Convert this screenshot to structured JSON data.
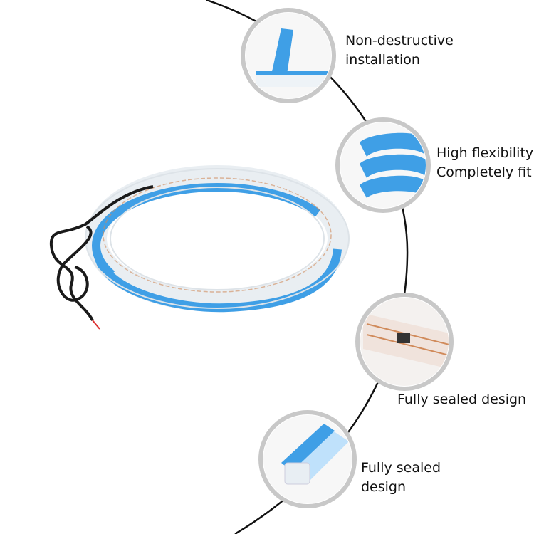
{
  "features": [
    {
      "lines": [
        "Non-destructive",
        "installation"
      ]
    },
    {
      "lines": [
        "High flexibility",
        "Completely fit"
      ]
    },
    {
      "lines": [
        "Fully sealed design"
      ]
    },
    {
      "lines": [
        "Fully sealed",
        "design"
      ]
    }
  ],
  "colors": {
    "accent_blue": "#3f9fe6",
    "ring_border": "#c8c8c8",
    "arc": "#111111"
  }
}
